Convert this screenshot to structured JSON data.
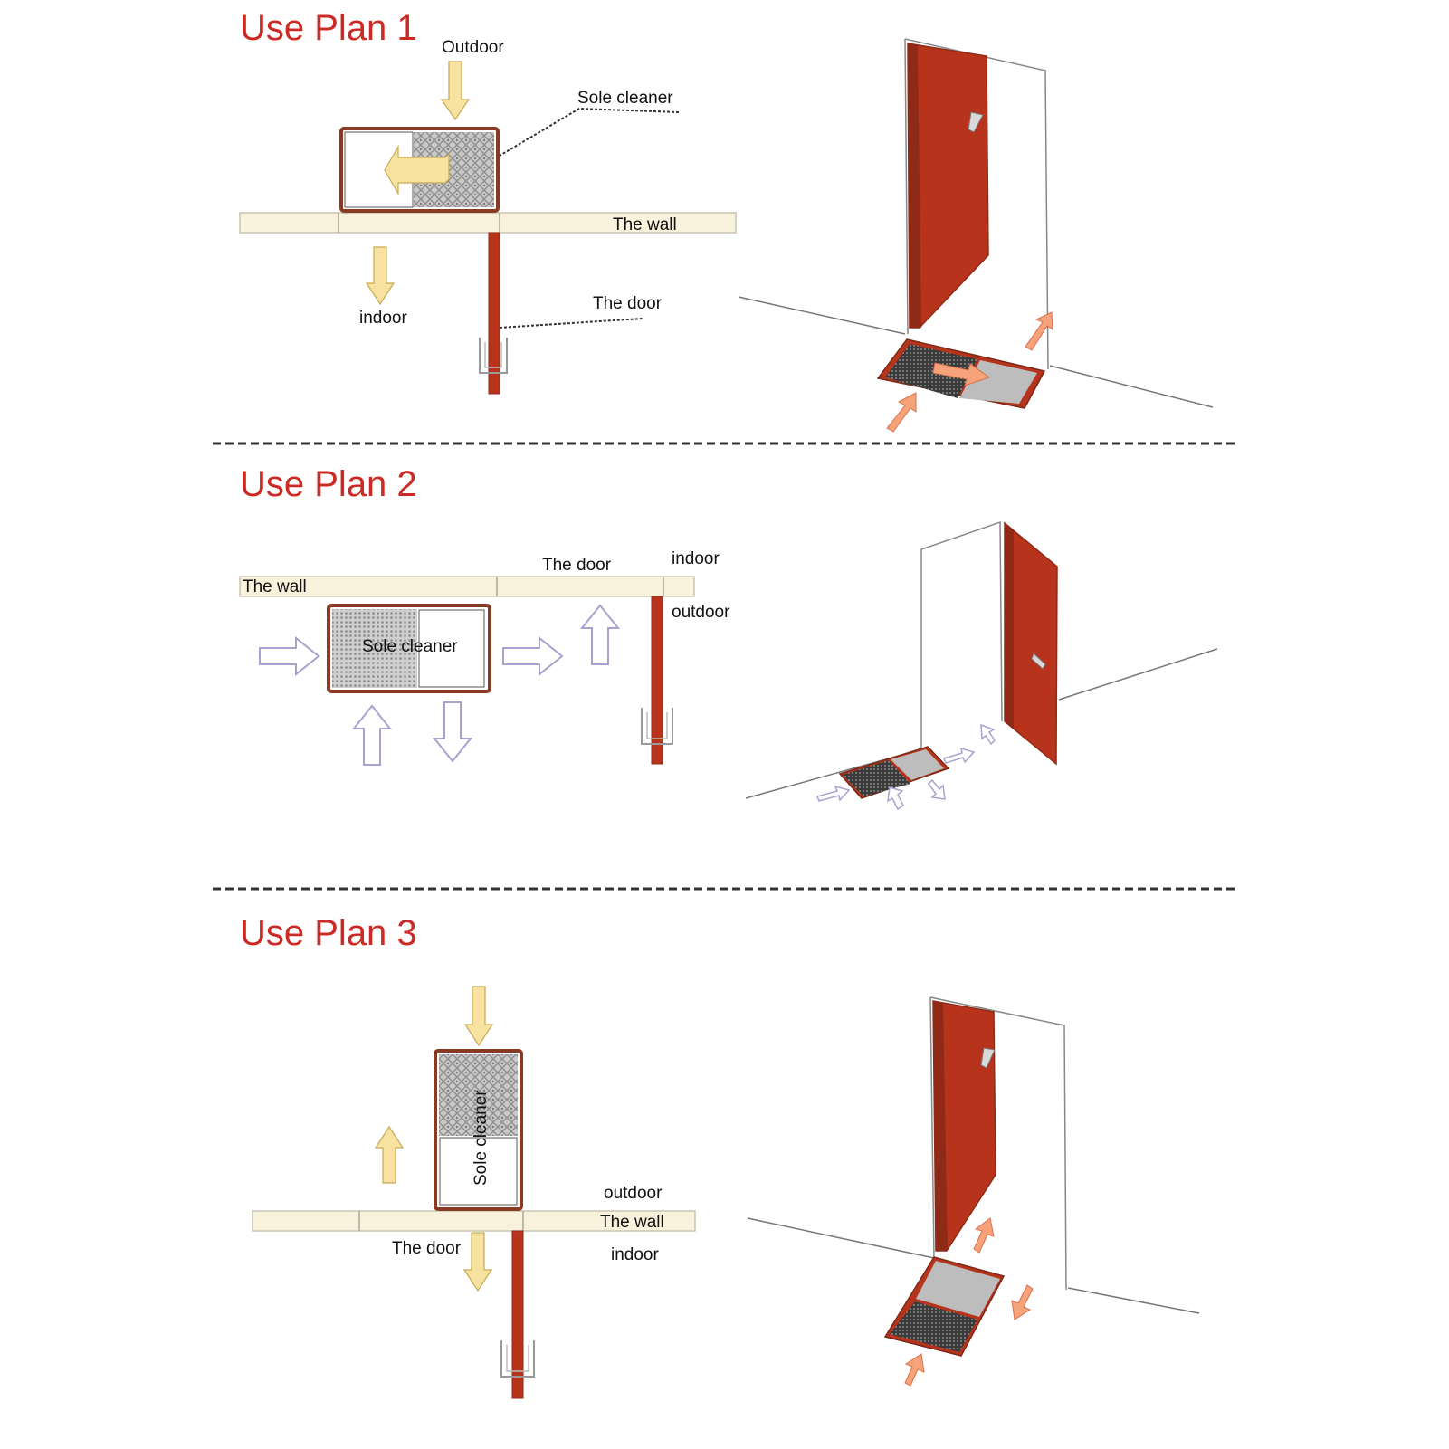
{
  "colors": {
    "title": "#cc2a25",
    "door": "#b8331c",
    "door_dark": "#8f2a16",
    "wall_fill": "#f8f2dd",
    "wall_stroke": "#c9c4b2",
    "mat_frame": "#8a3a22",
    "yellow_arrow": "#f7e2a0",
    "yellow_arrow_stroke": "#c8aa55",
    "orange_arrow": "#f6a27a",
    "orange_arrow_stroke": "#d9714a",
    "lavender_arrow_stroke": "#a9a2cf",
    "divider": "#333333"
  },
  "icons": {
    "yellow_arrow": "down-arrow-icon",
    "outline_arrow": "outline-arrow-icon",
    "door_stop": "door-stop-icon",
    "door_handle": "door-handle-icon"
  },
  "plan1": {
    "title": "Use Plan 1",
    "outdoor": "Outdoor",
    "sole_cleaner": "Sole cleaner",
    "wall": "The wall",
    "door": "The door",
    "indoor": "indoor"
  },
  "plan2": {
    "title": "Use Plan 2",
    "wall": "The wall",
    "door": "The door",
    "indoor": "indoor",
    "outdoor": "outdoor",
    "sole_cleaner": "Sole cleaner"
  },
  "plan3": {
    "title": "Use Plan 3",
    "sole_cleaner": "Sole cleaner",
    "outdoor": "outdoor",
    "wall": "The wall",
    "door": "The door",
    "indoor": "indoor"
  }
}
